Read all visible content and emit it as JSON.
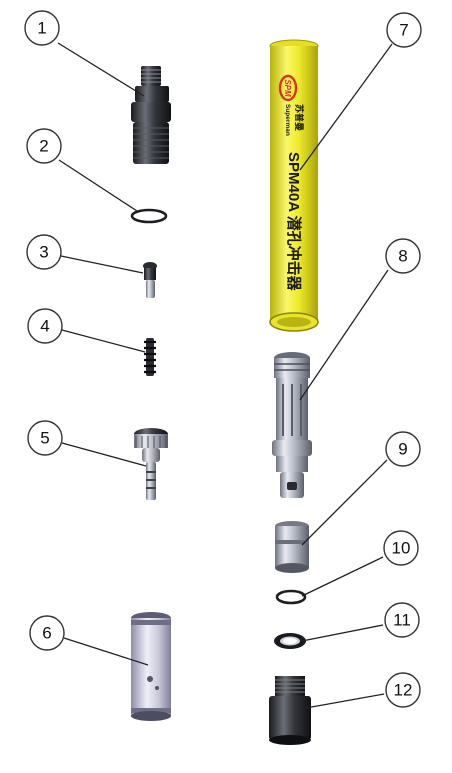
{
  "callouts": [
    {
      "id": "1",
      "label": "1"
    },
    {
      "id": "2",
      "label": "2"
    },
    {
      "id": "3",
      "label": "3"
    },
    {
      "id": "4",
      "label": "4"
    },
    {
      "id": "5",
      "label": "5"
    },
    {
      "id": "6",
      "label": "6"
    },
    {
      "id": "7",
      "label": "7"
    },
    {
      "id": "8",
      "label": "8"
    },
    {
      "id": "9",
      "label": "9"
    },
    {
      "id": "10",
      "label": "10"
    },
    {
      "id": "11",
      "label": "11"
    },
    {
      "id": "12",
      "label": "12"
    }
  ],
  "hammer": {
    "logo_text": "SPM",
    "brand_cn": "苏普曼",
    "brand_en": "Superman",
    "model_text": "SPM40A 潜孔冲击器",
    "body_color": "#f2ee2a",
    "logo_color": "#d8331f"
  }
}
